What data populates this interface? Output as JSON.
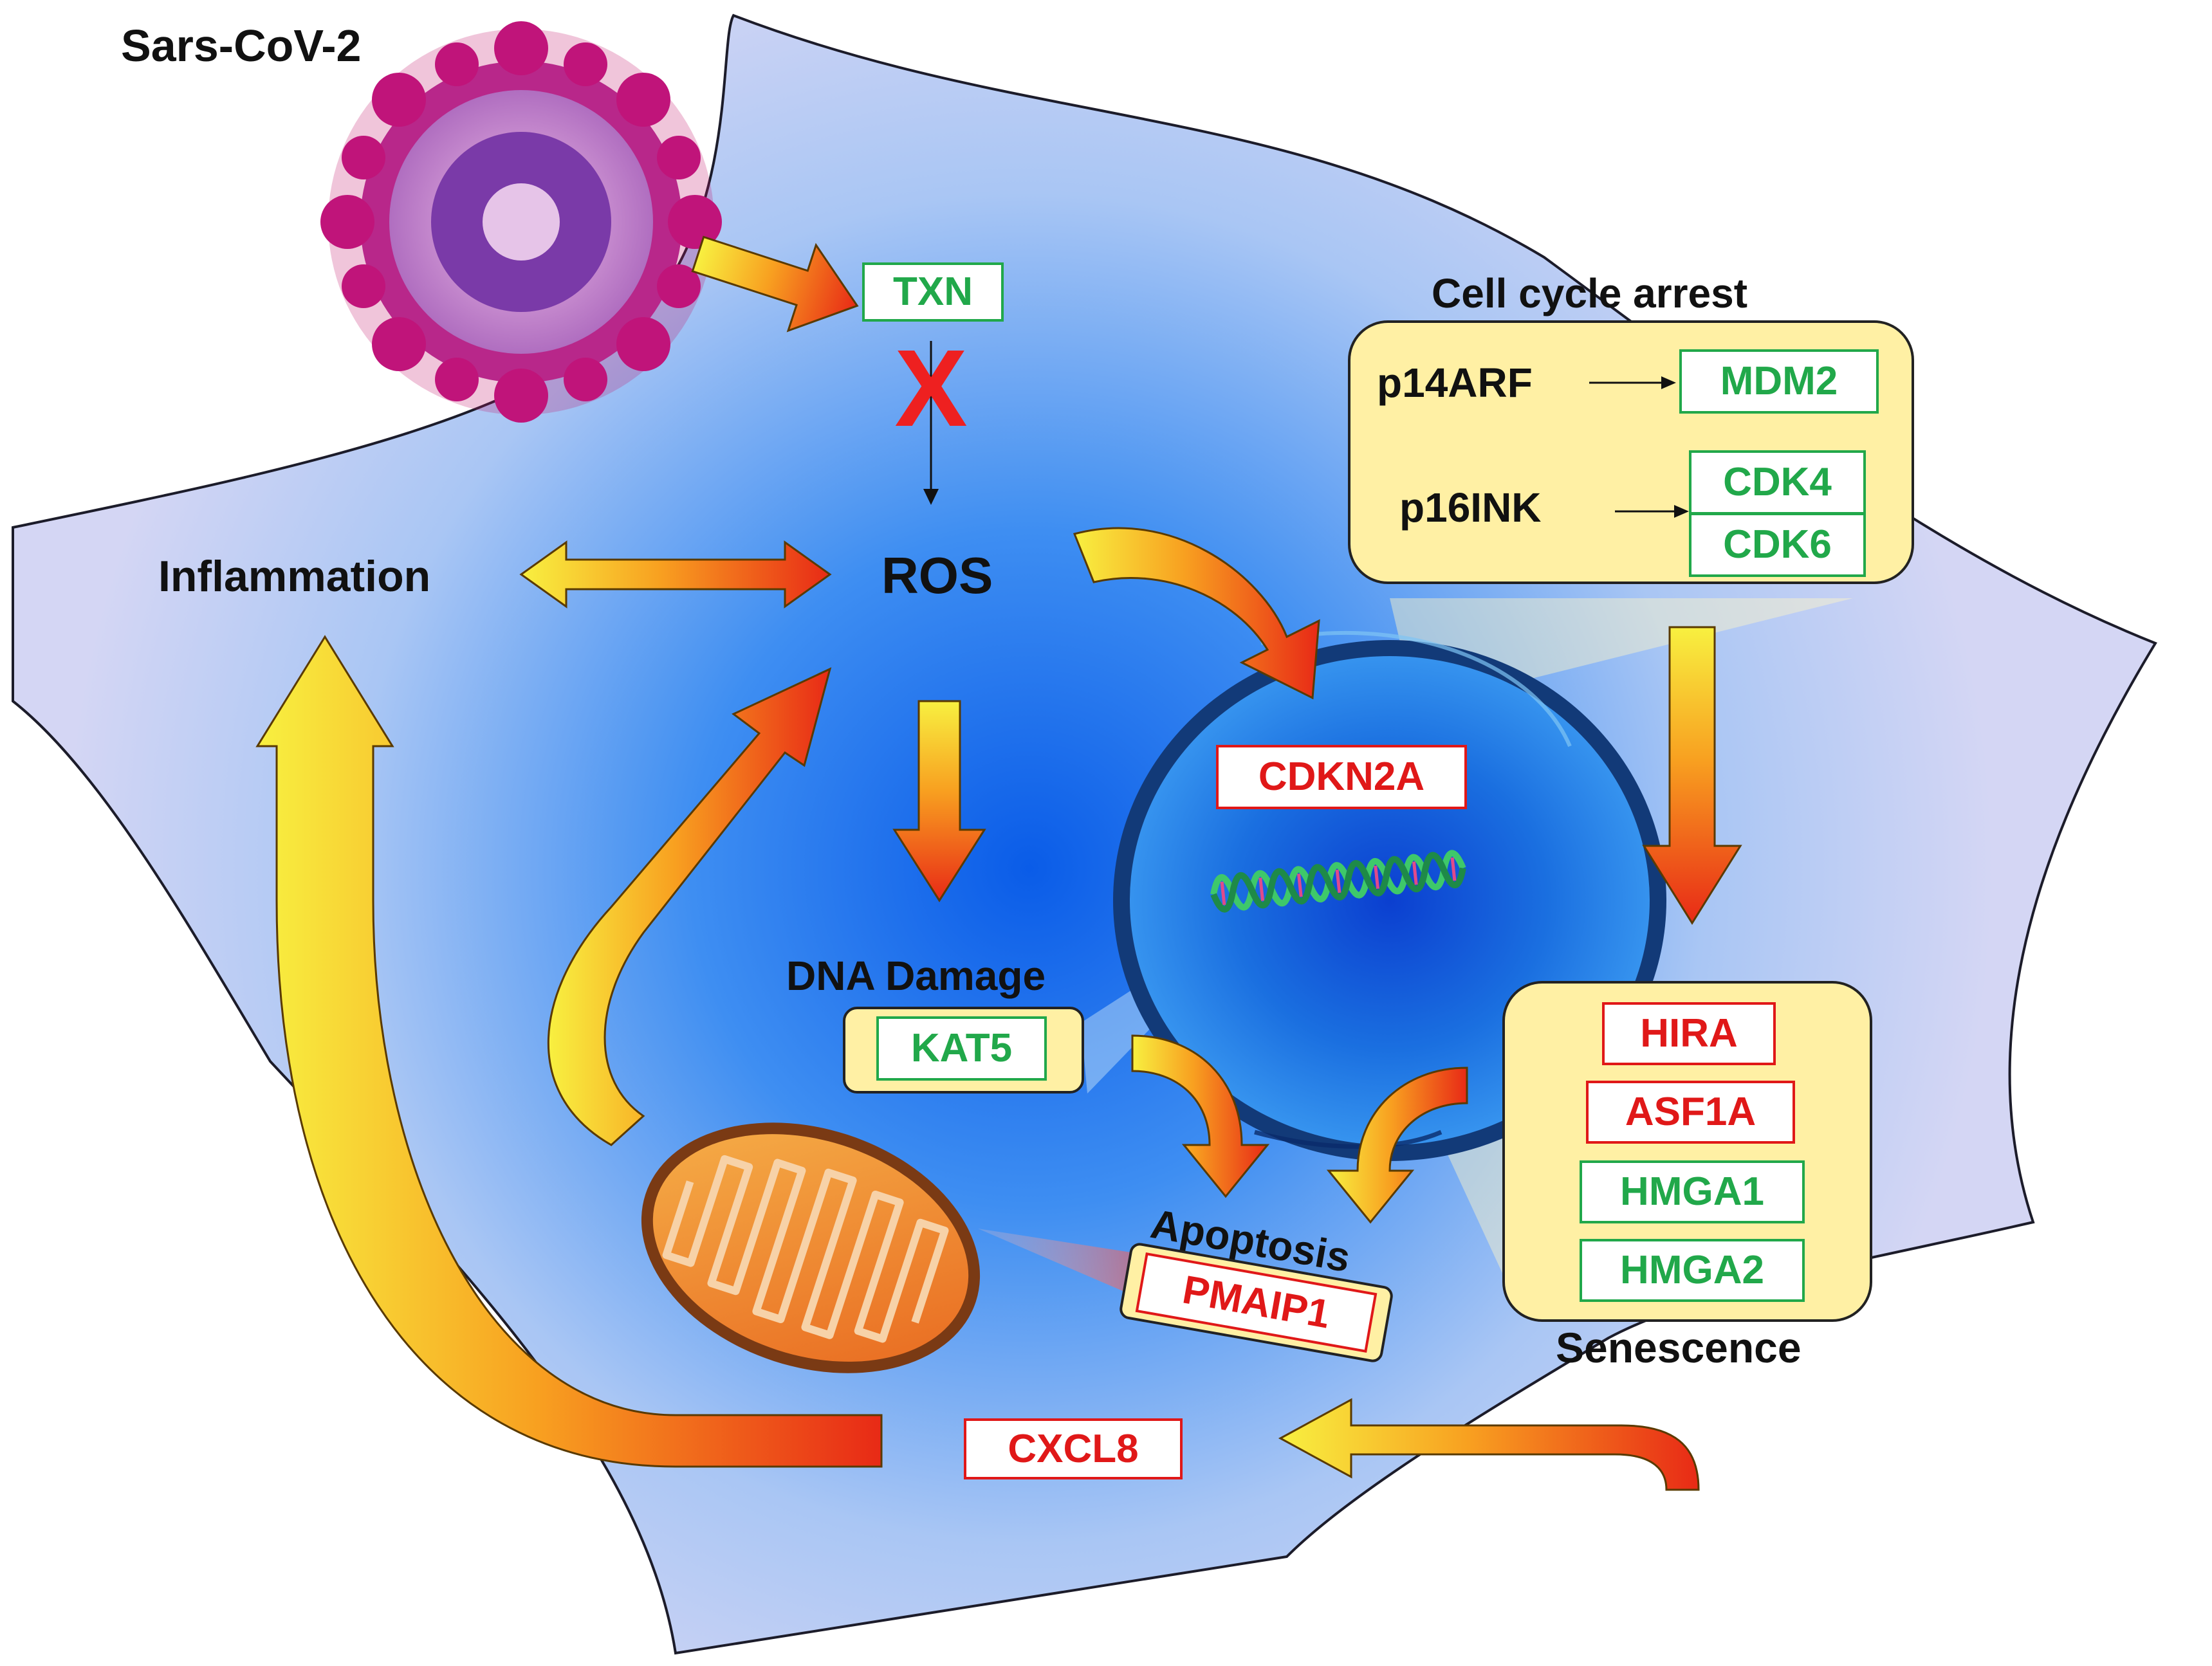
{
  "virus": {
    "label": "Sars-CoV-2"
  },
  "nodes": {
    "ros": "ROS",
    "inflammation": "Inflammation",
    "dna_damage": "DNA Damage",
    "apoptosis": "Apoptosis",
    "senescence": "Senescence",
    "cell_cycle_arrest": "Cell cycle arrest",
    "p14arf": "p14ARF",
    "p16ink": "p16INK"
  },
  "genes": {
    "txn": "TXN",
    "mdm2": "MDM2",
    "cdk4": "CDK4",
    "cdk6": "CDK6",
    "cdkn2a": "CDKN2A",
    "kat5": "KAT5",
    "pmaip1": "PMAIP1",
    "hira": "HIRA",
    "asf1a": "ASF1A",
    "hmga1": "HMGA1",
    "hmga2": "HMGA2",
    "cxcl8": "CXCL8"
  },
  "inhibition_mark": "X",
  "colors": {
    "upregulated": "#e01818",
    "downregulated": "#21a84a",
    "cell": "#d4d6f4",
    "panel": "#fff0a4",
    "nucleus": "#1a6fe0"
  }
}
